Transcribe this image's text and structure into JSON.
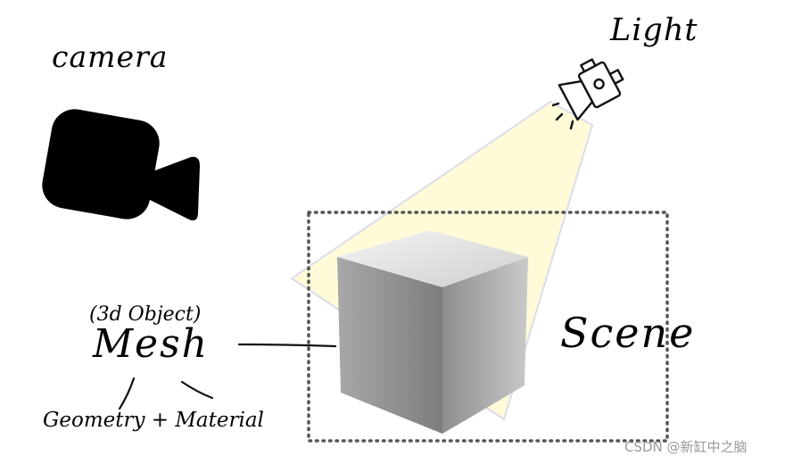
{
  "labels": {
    "camera": "camera",
    "light": "Light",
    "scene": "Scene",
    "mesh_subtitle": "(3d Object)",
    "mesh": "Mesh",
    "geometry_material": "Geometry + Material"
  },
  "watermark": "CSDN @新缸中之脑",
  "icons": {
    "camera": "video-camera-icon",
    "light": "spotlight-icon",
    "object": "cube-icon"
  },
  "colors": {
    "light_beam": "#fffbd8",
    "scene_border": "#555555",
    "cube_top": "#e6e6e6",
    "cube_left": "#9a9a9a",
    "cube_right": "#b8b8b8"
  }
}
